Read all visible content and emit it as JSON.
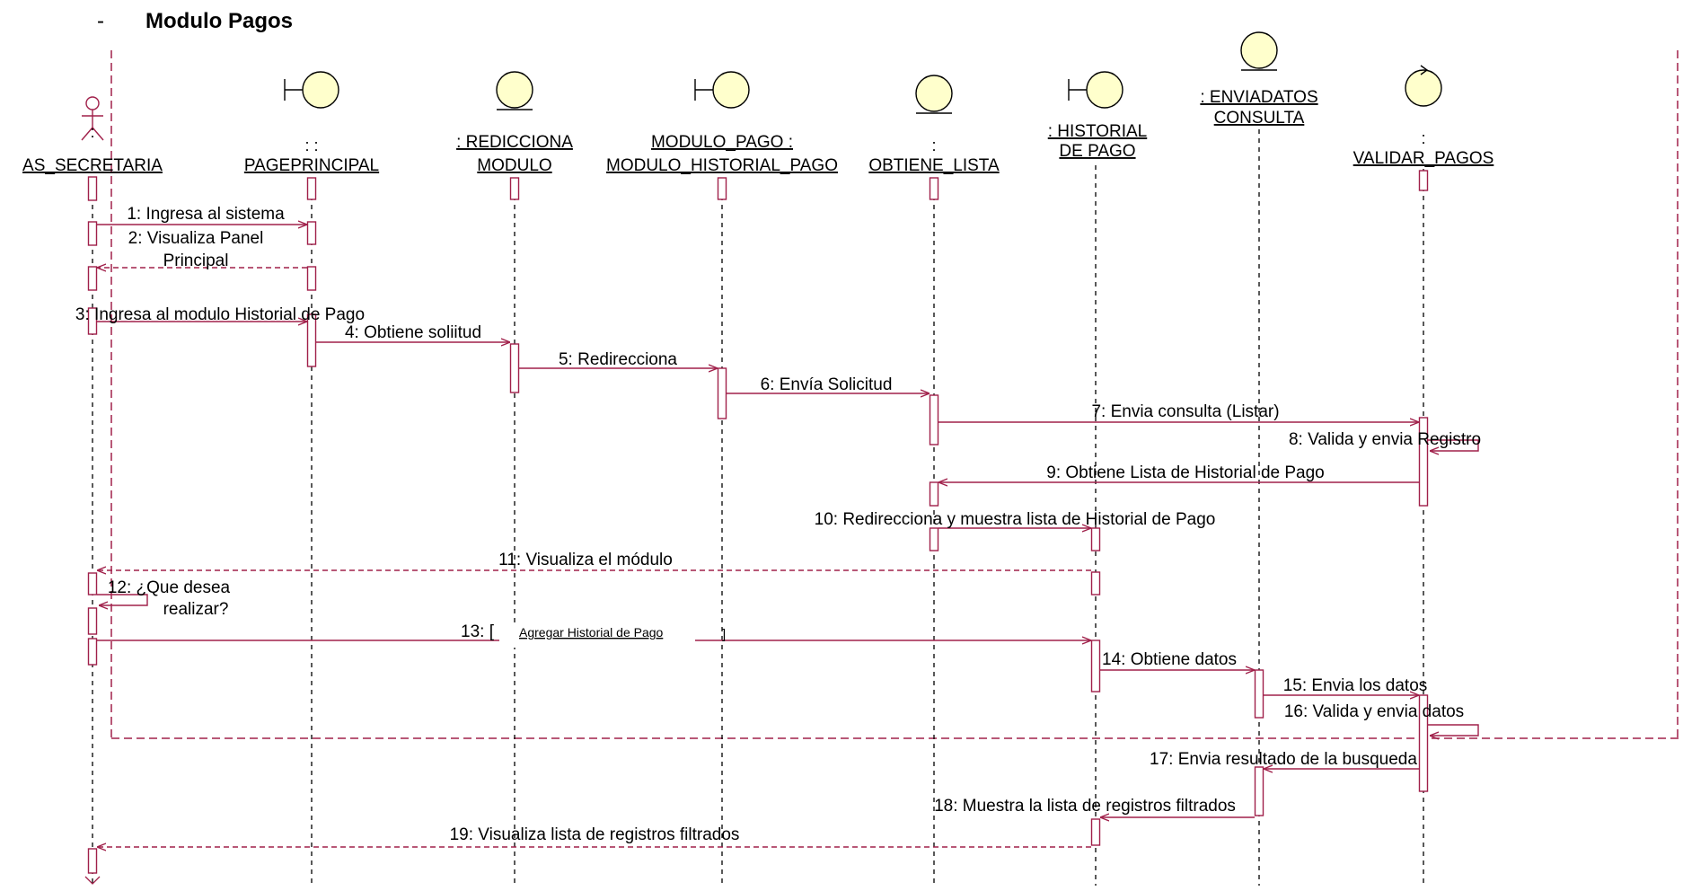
{
  "page": {
    "bullet": "-",
    "title": "Modulo Pagos"
  },
  "colors": {
    "line": "#a0204a",
    "text": "#000000",
    "lifeline": "#000000",
    "head_fill": "#ffffcc",
    "head_stroke": "#000000",
    "seq_number_highlight": "#2e9e2e"
  },
  "lifelines": [
    {
      "id": "actor",
      "kind": "actor",
      "icon": "actor-icon",
      "lines": [
        "AS_SECRETARIA"
      ],
      "prefix": ":"
    },
    {
      "id": "pageprincipal",
      "kind": "boundary",
      "icon": "boundary-icon",
      "lines": [
        "PAGEPRINCIPAL"
      ],
      "prefix": ": :"
    },
    {
      "id": "redicciona",
      "kind": "entity",
      "icon": "entity-icon",
      "lines": [
        ": REDICCIONA",
        "MODULO"
      ],
      "prefix": ""
    },
    {
      "id": "modulopago",
      "kind": "boundary",
      "icon": "boundary-icon",
      "lines": [
        "MODULO_PAGO :",
        "MODULO_HISTORIAL_PAGO"
      ],
      "prefix": ""
    },
    {
      "id": "obtiene",
      "kind": "entity",
      "icon": "entity-icon",
      "lines": [
        "OBTIENE_LISTA"
      ],
      "prefix": ":"
    },
    {
      "id": "historial",
      "kind": "boundary",
      "icon": "boundary-icon",
      "lines": [
        ": HISTORIAL",
        "DE PAGO"
      ],
      "prefix": ""
    },
    {
      "id": "enviadatos",
      "kind": "entity",
      "icon": "entity-icon",
      "lines": [
        ": ENVIADATOS",
        "CONSULTA"
      ],
      "prefix": ""
    },
    {
      "id": "validar",
      "kind": "control",
      "icon": "control-icon",
      "lines": [
        "VALIDAR_PAGOS"
      ],
      "prefix": ":"
    }
  ],
  "messages": [
    {
      "num": "1",
      "label": "1: Ingresa al sistema",
      "from": "actor",
      "to": "pageprincipal",
      "style": "call"
    },
    {
      "num": "2",
      "label": "2: Visualiza Panel Principal",
      "label_lines": [
        "2: Visualiza Panel",
        "Principal"
      ],
      "from": "pageprincipal",
      "to": "actor",
      "style": "return"
    },
    {
      "num": "3",
      "label": "3: Ingresa al modulo Historial de Pago",
      "from": "actor",
      "to": "pageprincipal",
      "style": "call"
    },
    {
      "num": "4",
      "label": "4: Obtiene soliitud",
      "from": "pageprincipal",
      "to": "redicciona",
      "style": "call"
    },
    {
      "num": "5",
      "label": "5: Redirecciona",
      "from": "redicciona",
      "to": "modulopago",
      "style": "call"
    },
    {
      "num": "6",
      "label": "6: Envía Solicitud",
      "from": "modulopago",
      "to": "obtiene",
      "style": "call"
    },
    {
      "num": "7",
      "label": "7: Envia consulta (Listar)",
      "from": "obtiene",
      "to": "validar",
      "style": "call"
    },
    {
      "num": "8",
      "label": "8: Valida y envia Registro",
      "from": "validar",
      "to": "validar",
      "style": "self"
    },
    {
      "num": "9",
      "label": "9: Obtiene Lista de Historial de Pago",
      "from": "validar",
      "to": "obtiene",
      "style": "call"
    },
    {
      "num": "10",
      "label": "10: Redirecciona y muestra lista de Historial de Pago",
      "from": "obtiene",
      "to": "historial",
      "style": "call"
    },
    {
      "num": "11",
      "label": "11: Visualiza el módulo",
      "from": "historial",
      "to": "actor",
      "style": "return"
    },
    {
      "num": "12",
      "label": "12: ¿Que desea realizar?",
      "label_lines": [
        "12: ¿Que desea",
        "realizar?"
      ],
      "from": "actor",
      "to": "actor",
      "style": "self"
    },
    {
      "num": "13",
      "label": "13: [",
      "from": "actor",
      "to": "historial",
      "style": "call",
      "guard": "Agregar Historial de Pago",
      "guard_close": "]"
    },
    {
      "num": "14",
      "label": "14: Obtiene datos",
      "from": "historial",
      "to": "enviadatos",
      "style": "call"
    },
    {
      "num": "15",
      "label": "15: Envia los datos",
      "from": "enviadatos",
      "to": "validar",
      "style": "call"
    },
    {
      "num": "16",
      "label": "16: Valida y envia datos",
      "from": "validar",
      "to": "validar",
      "style": "self"
    },
    {
      "num": "17",
      "label": "17: Envia resultado de la busqueda",
      "from": "validar",
      "to": "enviadatos",
      "style": "call"
    },
    {
      "num": "18",
      "label": "18: Muestra la lista de registros filtrados",
      "from": "enviadatos",
      "to": "historial",
      "style": "call"
    },
    {
      "num": "19",
      "label": "19: Visualiza lista de registros filtrados",
      "from": "historial",
      "to": "actor",
      "style": "return"
    }
  ]
}
